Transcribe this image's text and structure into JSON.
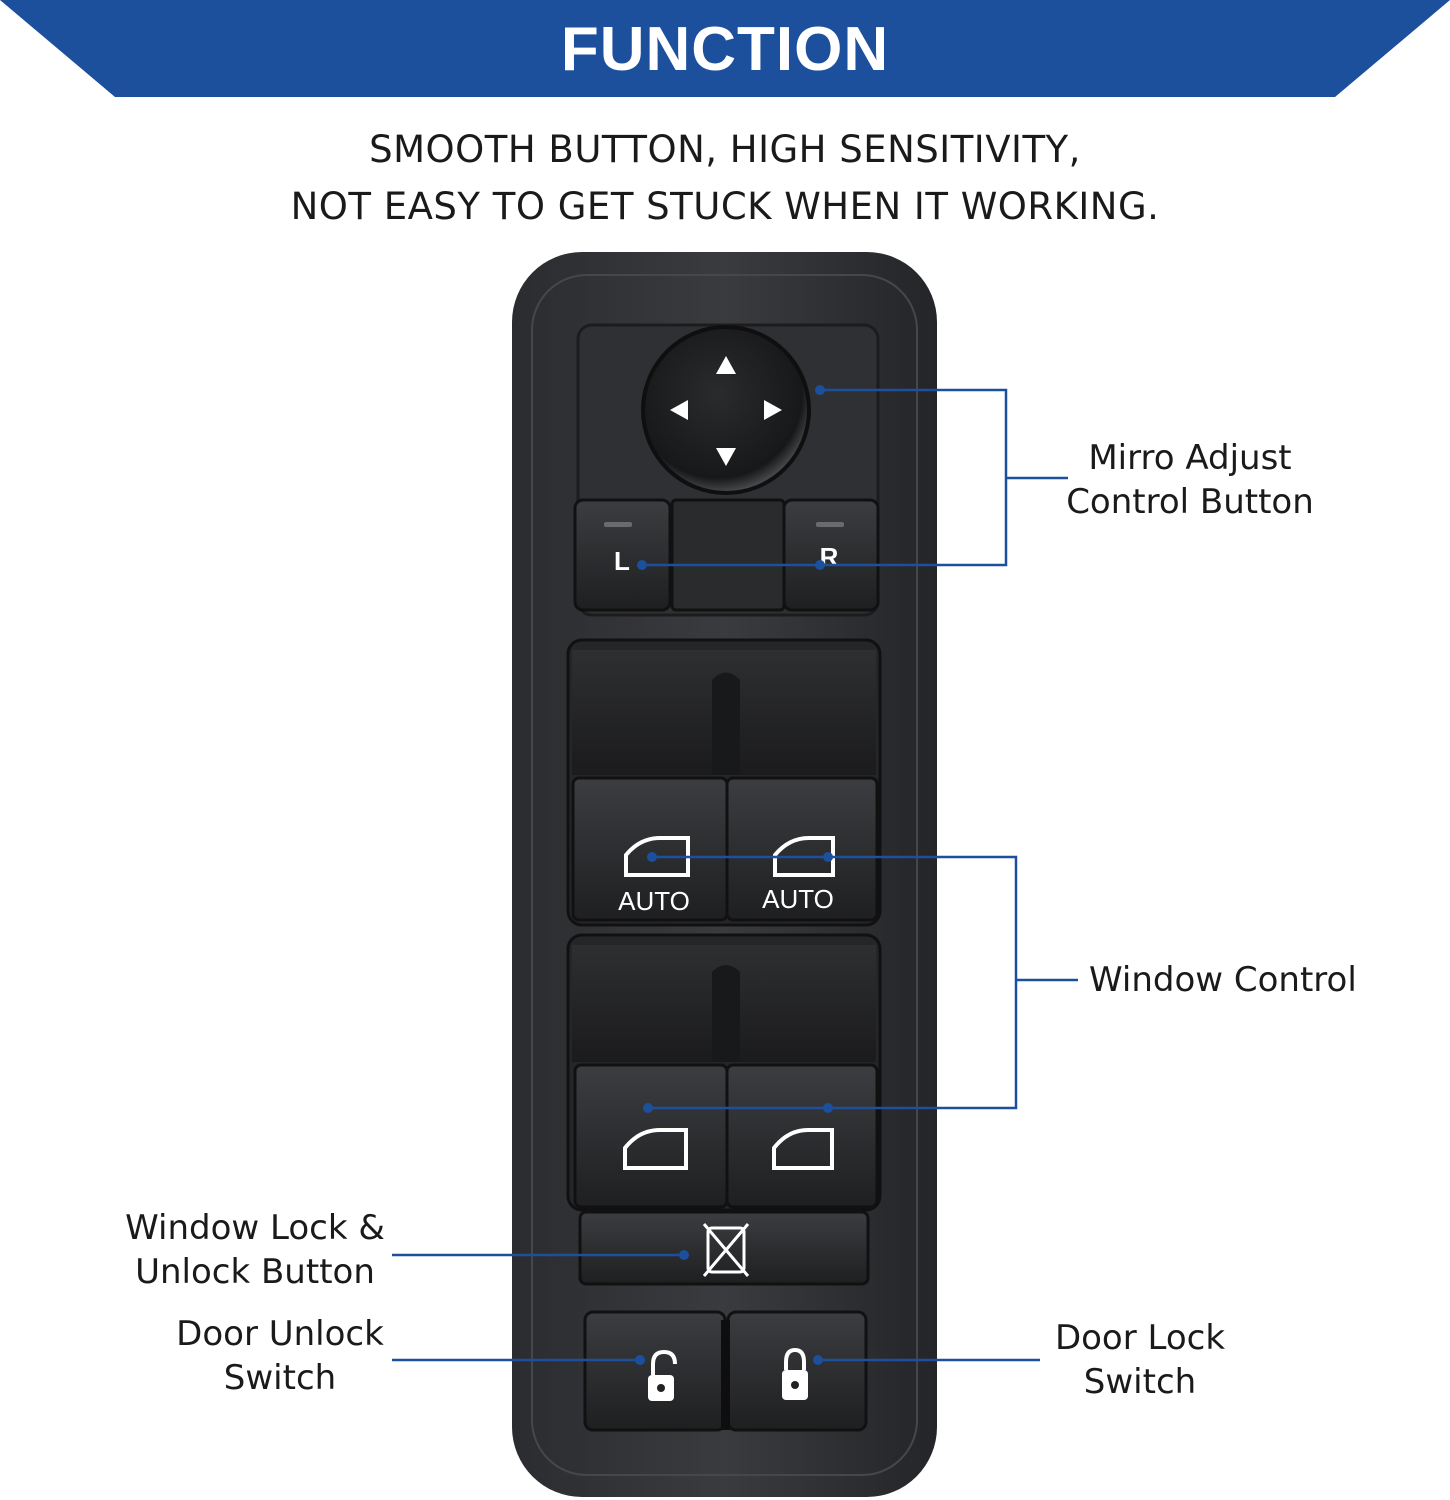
{
  "banner": {
    "title": "FUNCTION",
    "color": "#1c4f9c"
  },
  "subtitle": {
    "line1": "SMOOTH BUTTON, HIGH SENSITIVITY,",
    "line2": "NOT EASY TO GET STUCK WHEN IT WORKING."
  },
  "switch_panel": {
    "mirror_left_label": "L",
    "mirror_right_label": "R",
    "auto_left_label": "AUTO",
    "auto_right_label": "AUTO",
    "icons": [
      "mirror-joystick-icon",
      "window-icon",
      "window-lock-icon",
      "door-unlock-icon",
      "door-lock-icon"
    ]
  },
  "callouts": {
    "mirror": {
      "line1": "Mirro Adjust",
      "line2": "Control Button"
    },
    "window": {
      "line1": "Window Control"
    },
    "window_lock": {
      "line1": "Window Lock &",
      "line2": "Unlock Button"
    },
    "door_unlock": {
      "line1": "Door Unlock",
      "line2": "Switch"
    },
    "door_lock": {
      "line1": "Door Lock",
      "line2": "Switch"
    },
    "line_color": "#1c4f9c"
  }
}
